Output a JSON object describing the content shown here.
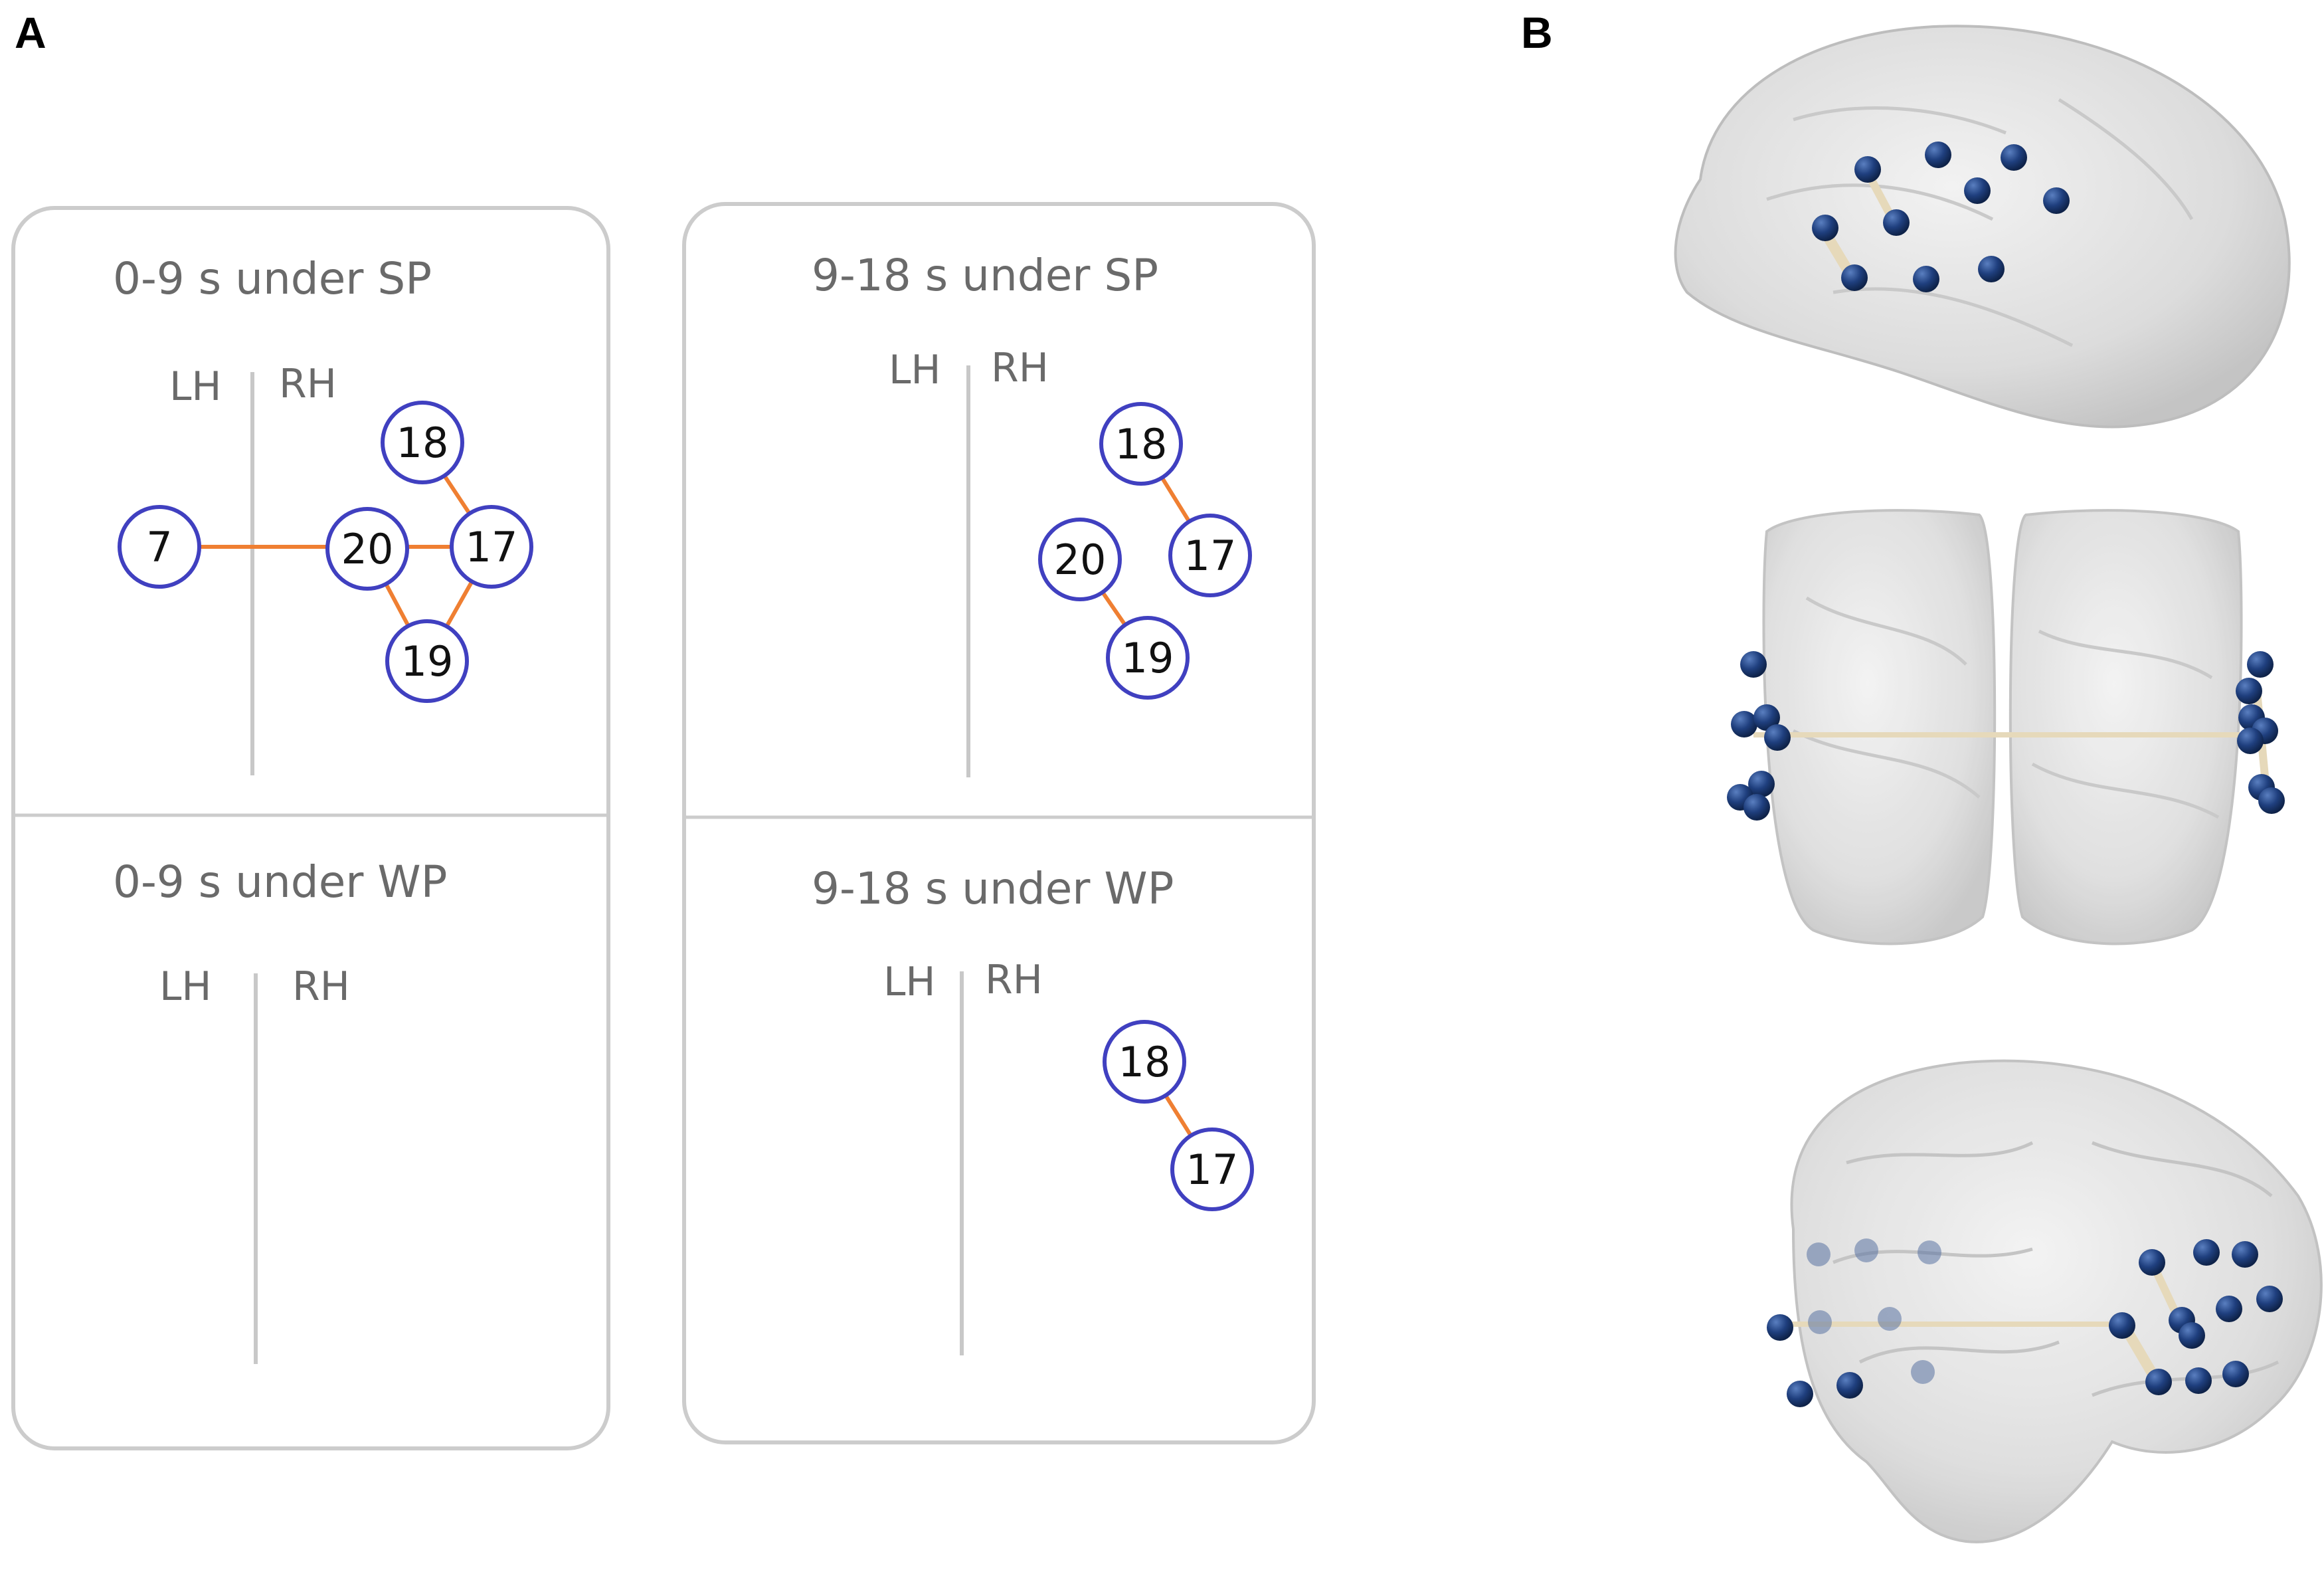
{
  "panel_a_label": "A",
  "panel_b_label": "B",
  "colors": {
    "node_stroke": "#4040c0",
    "edge": "#ef7f32",
    "frame": "#cccccc",
    "brain_node": "#1f3f7e",
    "brain_edge": "#e6d9ba"
  },
  "panels": [
    {
      "title": "0-9 s under SP",
      "lh": "LH",
      "rh": "RH",
      "nodes": [
        {
          "id": "7",
          "label": "7"
        },
        {
          "id": "20",
          "label": "20"
        },
        {
          "id": "17",
          "label": "17"
        },
        {
          "id": "18",
          "label": "18"
        },
        {
          "id": "19",
          "label": "19"
        }
      ],
      "edges": [
        [
          "7",
          "17"
        ],
        [
          "18",
          "17"
        ],
        [
          "20",
          "19"
        ],
        [
          "19",
          "17"
        ]
      ]
    },
    {
      "title": "0-9 s under WP",
      "lh": "LH",
      "rh": "RH",
      "nodes": [],
      "edges": []
    },
    {
      "title": "9-18 s under SP",
      "lh": "LH",
      "rh": "RH",
      "nodes": [
        {
          "id": "18",
          "label": "18"
        },
        {
          "id": "17",
          "label": "17"
        },
        {
          "id": "20",
          "label": "20"
        },
        {
          "id": "19",
          "label": "19"
        }
      ],
      "edges": [
        [
          "18",
          "17"
        ],
        [
          "20",
          "19"
        ]
      ]
    },
    {
      "title": "9-18 s under WP",
      "lh": "LH",
      "rh": "RH",
      "nodes": [
        {
          "id": "18",
          "label": "18"
        },
        {
          "id": "17",
          "label": "17"
        }
      ],
      "edges": [
        [
          "18",
          "17"
        ]
      ]
    }
  ],
  "brain_views": [
    {
      "view": "sagittal"
    },
    {
      "view": "axial"
    },
    {
      "view": "coronal-oblique"
    }
  ]
}
